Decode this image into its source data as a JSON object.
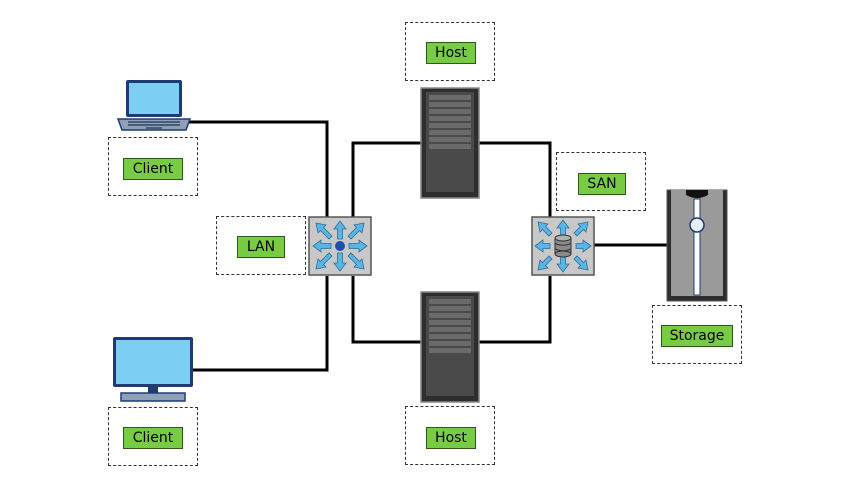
{
  "nodes": {
    "client_top": {
      "label": "Client"
    },
    "client_bottom": {
      "label": "Client"
    },
    "lan": {
      "label": "LAN"
    },
    "host_top": {
      "label": "Host"
    },
    "host_bottom": {
      "label": "Host"
    },
    "san": {
      "label": "SAN"
    },
    "storage": {
      "label": "Storage"
    }
  },
  "colors": {
    "label_fill": "#77cc44",
    "link": "#000000",
    "switch_fill": "#c8c8c8",
    "switch_arrow": "#5ab4e6",
    "server_body": "#2e2e2e",
    "client_screen": "#6fc7ef"
  }
}
